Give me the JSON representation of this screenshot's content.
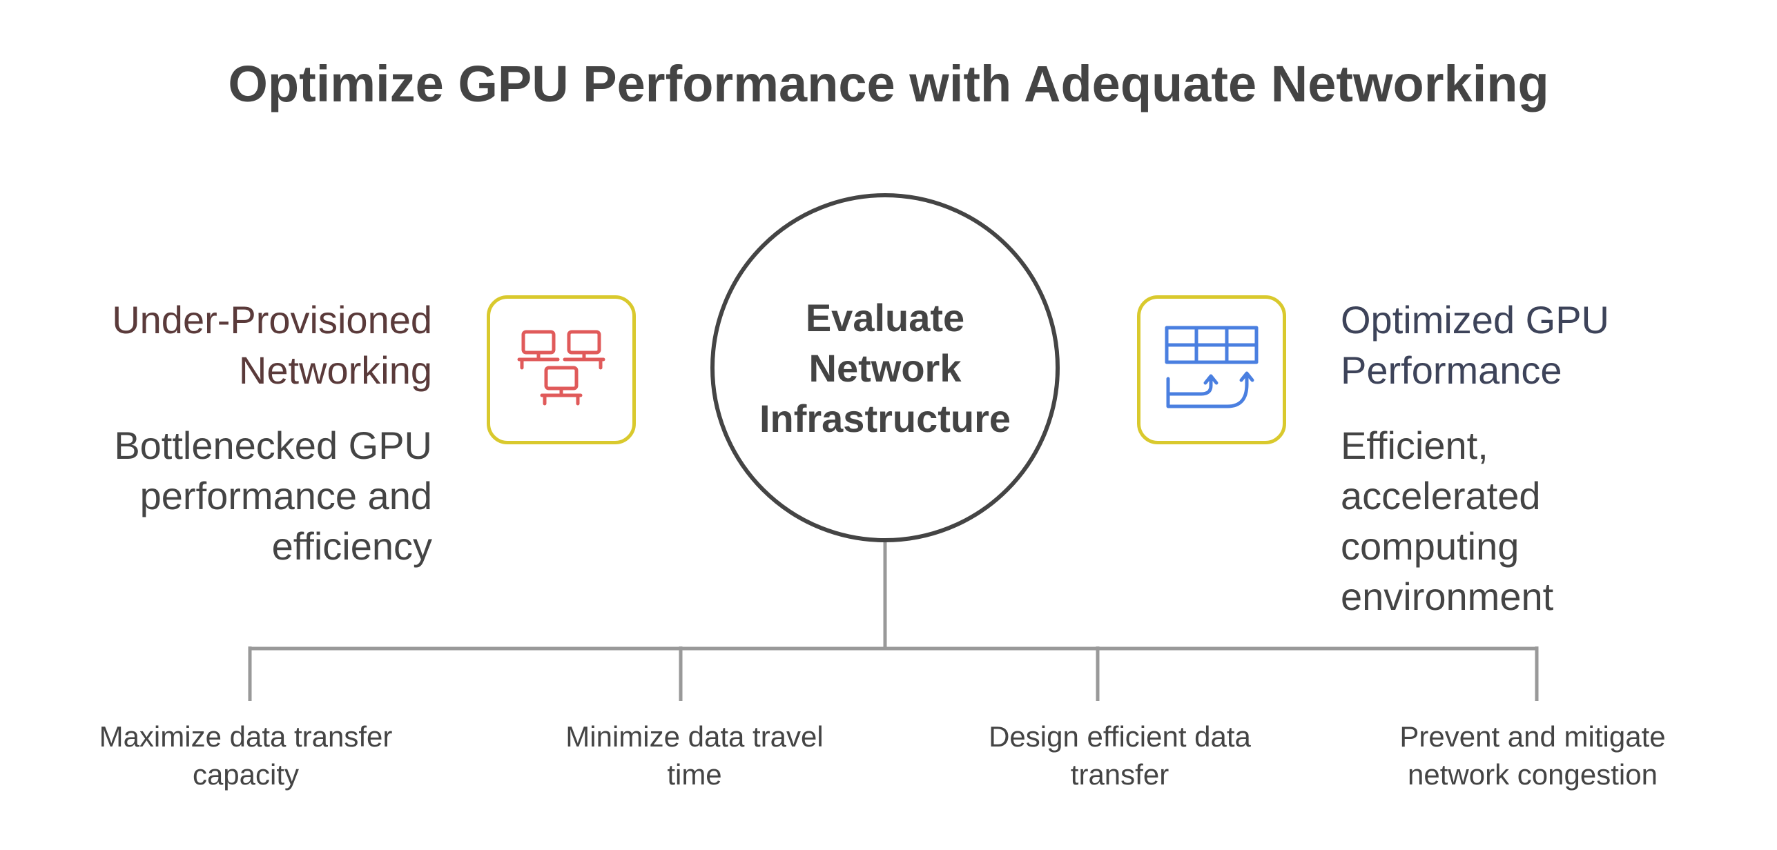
{
  "title": "Optimize GPU Performance with Adequate Networking",
  "center": {
    "label": "Evaluate\nNetwork\nInfrastructure"
  },
  "left": {
    "heading": "Under-Provisioned\nNetworking",
    "description": "Bottlenecked GPU\nperformance and\nefficiency",
    "icon": "networked-computers-icon"
  },
  "right": {
    "heading": "Optimized GPU\nPerformance",
    "description": "Efficient,\naccelerated\ncomputing\nenvironment",
    "icon": "table-arrows-icon"
  },
  "branches": [
    {
      "label": "Maximize data transfer\ncapacity"
    },
    {
      "label": "Minimize data travel\ntime"
    },
    {
      "label": "Design efficient data\ntransfer"
    },
    {
      "label": "Prevent and mitigate\nnetwork congestion"
    }
  ],
  "colors": {
    "text": "#444444",
    "left_heading": "#5a3a3a",
    "right_heading": "#3d4359",
    "icon_border": "#d9c92d",
    "left_icon": "#e05a5a",
    "right_icon": "#4a7fe0",
    "connector": "#999999"
  }
}
